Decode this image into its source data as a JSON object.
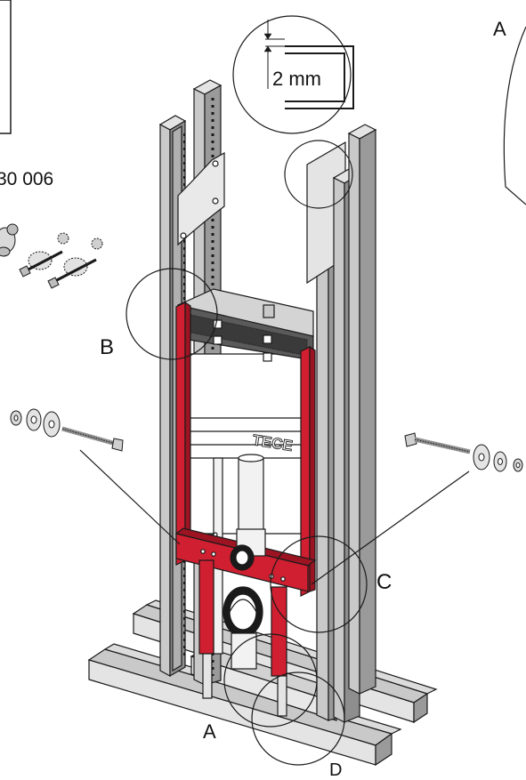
{
  "labels": {
    "part_number": "30 006",
    "callout_a_top": "A",
    "callout_a_bottom": "A",
    "callout_b": "B",
    "callout_c": "C",
    "callout_d": "D",
    "gap_dimension": "2 mm",
    "brand": "TECE"
  },
  "colors": {
    "frame_red": "#d01f30",
    "frame_red_dark": "#9c1422",
    "profile_gray": "#c9c9c9",
    "profile_light": "#e4e4e4",
    "profile_dark": "#8e8e8e",
    "line": "#1a1a1a"
  }
}
